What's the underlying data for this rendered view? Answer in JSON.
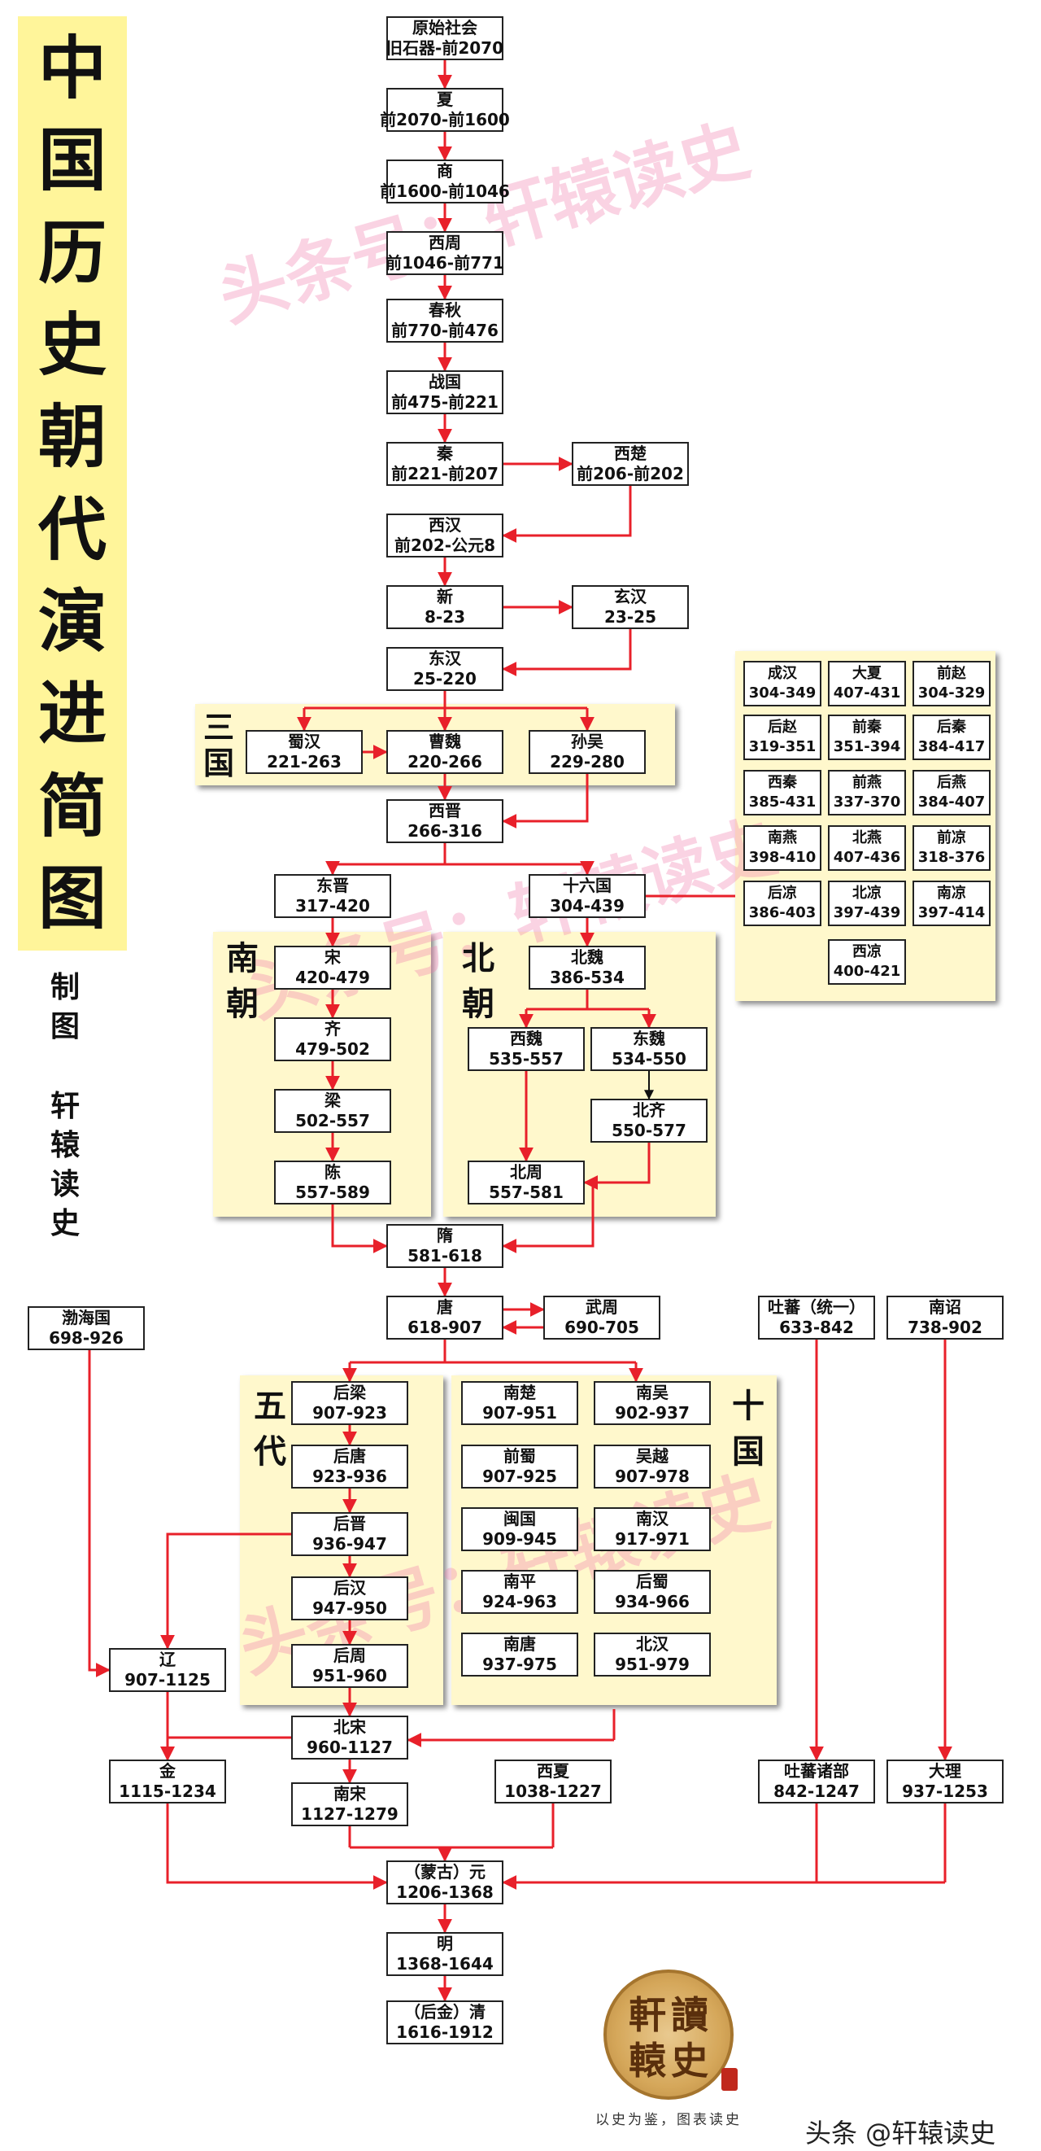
{
  "title": "中国历史朝代演进简图",
  "credit": "制图轩辕读史",
  "watermark": "头条号：轩辕读史",
  "seal_text": "讀軒史轅",
  "motto": "以史为鉴，图表读史",
  "brand": "头条 @轩辕读史",
  "colors": {
    "arrow": "#e8202a",
    "arrow_black": "#111111",
    "region": "#fff8cc",
    "title_bg": "#fff59a"
  },
  "region_labels": {
    "sanguo": "三国",
    "nanchao": "南朝",
    "beichao": "北朝",
    "wudai": "五代",
    "shiguo": "十国"
  },
  "nodes": [
    {
      "id": "yuanshi",
      "name": "原始社会",
      "years": "旧石器-前2070"
    },
    {
      "id": "xia",
      "name": "夏",
      "years": "前2070-前1600"
    },
    {
      "id": "shang",
      "name": "商",
      "years": "前1600-前1046"
    },
    {
      "id": "xizhou",
      "name": "西周",
      "years": "前1046-前771"
    },
    {
      "id": "chunqiu",
      "name": "春秋",
      "years": "前770-前476"
    },
    {
      "id": "zhanguo",
      "name": "战国",
      "years": "前475-前221"
    },
    {
      "id": "qin",
      "name": "秦",
      "years": "前221-前207"
    },
    {
      "id": "xichu",
      "name": "西楚",
      "years": "前206-前202"
    },
    {
      "id": "xihan",
      "name": "西汉",
      "years": "前202-公元8"
    },
    {
      "id": "xin",
      "name": "新",
      "years": "8-23"
    },
    {
      "id": "xuanhan",
      "name": "玄汉",
      "years": "23-25"
    },
    {
      "id": "donghan",
      "name": "东汉",
      "years": "25-220"
    },
    {
      "id": "shuhan",
      "name": "蜀汉",
      "years": "221-263"
    },
    {
      "id": "caowei",
      "name": "曹魏",
      "years": "220-266"
    },
    {
      "id": "sunwu",
      "name": "孙吴",
      "years": "229-280"
    },
    {
      "id": "xijin",
      "name": "西晋",
      "years": "266-316"
    },
    {
      "id": "dongjin",
      "name": "东晋",
      "years": "317-420"
    },
    {
      "id": "shiliuguo",
      "name": "十六国",
      "years": "304-439"
    },
    {
      "id": "song",
      "name": "宋",
      "years": "420-479"
    },
    {
      "id": "qi",
      "name": "齐",
      "years": "479-502"
    },
    {
      "id": "liang",
      "name": "梁",
      "years": "502-557"
    },
    {
      "id": "chen",
      "name": "陈",
      "years": "557-589"
    },
    {
      "id": "beiwei",
      "name": "北魏",
      "years": "386-534"
    },
    {
      "id": "xiwei",
      "name": "西魏",
      "years": "535-557"
    },
    {
      "id": "dongwei",
      "name": "东魏",
      "years": "534-550"
    },
    {
      "id": "beiqi",
      "name": "北齐",
      "years": "550-577"
    },
    {
      "id": "beizhou",
      "name": "北周",
      "years": "557-581"
    },
    {
      "id": "sui",
      "name": "隋",
      "years": "581-618"
    },
    {
      "id": "tang",
      "name": "唐",
      "years": "618-907"
    },
    {
      "id": "wuzhou",
      "name": "武周",
      "years": "690-705"
    },
    {
      "id": "bohai",
      "name": "渤海国",
      "years": "698-926"
    },
    {
      "id": "tubo",
      "name": "吐蕃（统一）",
      "years": "633-842"
    },
    {
      "id": "nanzhao",
      "name": "南诏",
      "years": "738-902"
    },
    {
      "id": "houliang",
      "name": "后梁",
      "years": "907-923"
    },
    {
      "id": "houtang",
      "name": "后唐",
      "years": "923-936"
    },
    {
      "id": "houjin",
      "name": "后晋",
      "years": "936-947"
    },
    {
      "id": "houhan",
      "name": "后汉",
      "years": "947-950"
    },
    {
      "id": "houzhou",
      "name": "后周",
      "years": "951-960"
    },
    {
      "id": "nanchu",
      "name": "南楚",
      "years": "907-951"
    },
    {
      "id": "nanwu",
      "name": "南吴",
      "years": "902-937"
    },
    {
      "id": "qianshu",
      "name": "前蜀",
      "years": "907-925"
    },
    {
      "id": "wuyue",
      "name": "吴越",
      "years": "907-978"
    },
    {
      "id": "minguo",
      "name": "闽国",
      "years": "909-945"
    },
    {
      "id": "nanhan",
      "name": "南汉",
      "years": "917-971"
    },
    {
      "id": "nanping",
      "name": "南平",
      "years": "924-963"
    },
    {
      "id": "houshu",
      "name": "后蜀",
      "years": "934-966"
    },
    {
      "id": "nantang",
      "name": "南唐",
      "years": "937-975"
    },
    {
      "id": "beihan",
      "name": "北汉",
      "years": "951-979"
    },
    {
      "id": "liao",
      "name": "辽",
      "years": "907-1125"
    },
    {
      "id": "beisong",
      "name": "北宋",
      "years": "960-1127"
    },
    {
      "id": "jin",
      "name": "金",
      "years": "1115-1234"
    },
    {
      "id": "nansong",
      "name": "南宋",
      "years": "1127-1279"
    },
    {
      "id": "xixia",
      "name": "西夏",
      "years": "1038-1227"
    },
    {
      "id": "tubozhubu",
      "name": "吐蕃诸部",
      "years": "842-1247"
    },
    {
      "id": "dali",
      "name": "大理",
      "years": "937-1253"
    },
    {
      "id": "yuan",
      "name": "（蒙古）元",
      "years": "1206-1368"
    },
    {
      "id": "ming",
      "name": "明",
      "years": "1368-1644"
    },
    {
      "id": "qing",
      "name": "（后金）清",
      "years": "1616-1912"
    },
    {
      "id": "chenghan",
      "name": "成汉",
      "years": "304-349"
    },
    {
      "id": "daxia",
      "name": "大夏",
      "years": "407-431"
    },
    {
      "id": "qianzhao",
      "name": "前赵",
      "years": "304-329"
    },
    {
      "id": "houzhao",
      "name": "后赵",
      "years": "319-351"
    },
    {
      "id": "qianqin",
      "name": "前秦",
      "years": "351-394"
    },
    {
      "id": "houqin",
      "name": "后秦",
      "years": "384-417"
    },
    {
      "id": "xiqin",
      "name": "西秦",
      "years": "385-431"
    },
    {
      "id": "qianyan",
      "name": "前燕",
      "years": "337-370"
    },
    {
      "id": "houyan",
      "name": "后燕",
      "years": "384-407"
    },
    {
      "id": "nanyan",
      "name": "南燕",
      "years": "398-410"
    },
    {
      "id": "beiyan",
      "name": "北燕",
      "years": "407-436"
    },
    {
      "id": "qianliang",
      "name": "前凉",
      "years": "318-376"
    },
    {
      "id": "houliang2",
      "name": "后凉",
      "years": "386-403"
    },
    {
      "id": "beiliang",
      "name": "北凉",
      "years": "397-439"
    },
    {
      "id": "nanliang",
      "name": "南凉",
      "years": "397-414"
    },
    {
      "id": "xiliang",
      "name": "西凉",
      "years": "400-421"
    }
  ]
}
